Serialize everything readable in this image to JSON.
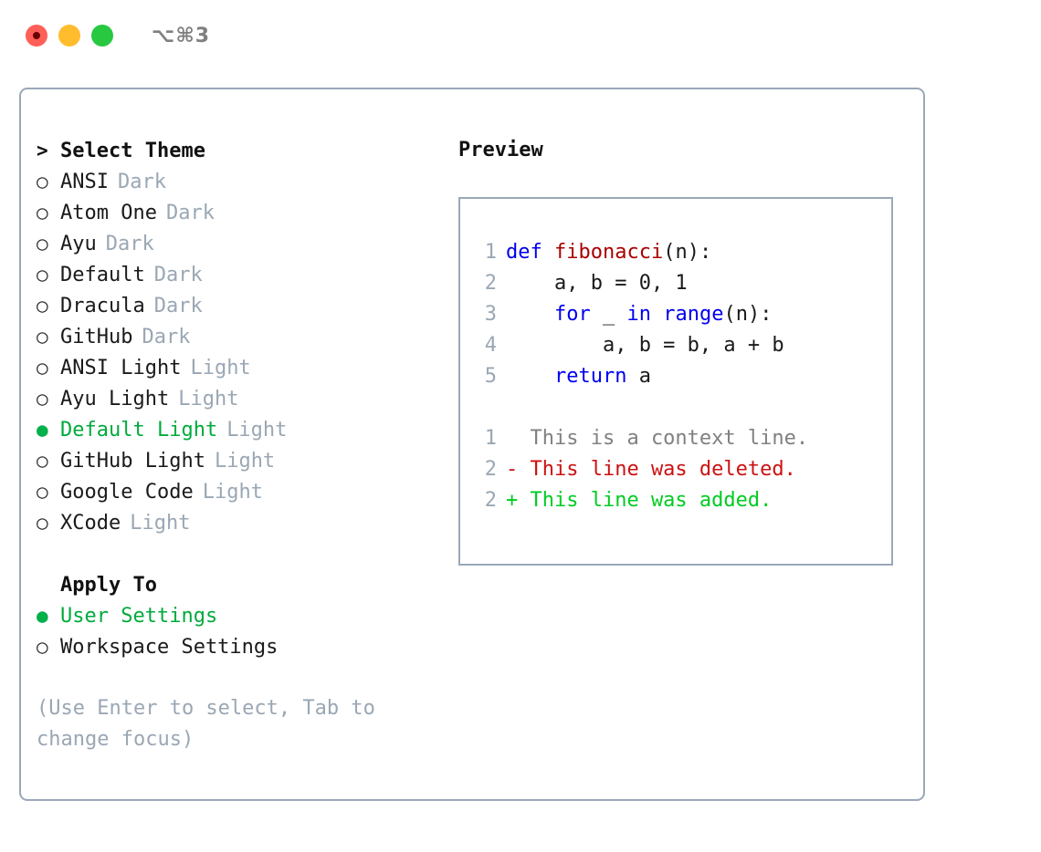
{
  "titlebar": {
    "lights": [
      {
        "name": "close-button",
        "color": "#ff5f57"
      },
      {
        "name": "minimize-button",
        "color": "#ffbd2e"
      },
      {
        "name": "maximize-button",
        "color": "#28c840"
      }
    ],
    "shortcut": "⌥⌘3"
  },
  "theme_selector": {
    "prompt_marker": ">",
    "heading": "Select Theme",
    "marker_unselected": "○",
    "marker_selected": "●",
    "selected_color": "#00aa3c",
    "badge_color": "#9aa7b4",
    "items": [
      {
        "label": "ANSI",
        "badge": "Dark",
        "selected": false
      },
      {
        "label": "Atom One",
        "badge": "Dark",
        "selected": false
      },
      {
        "label": "Ayu",
        "badge": "Dark",
        "selected": false
      },
      {
        "label": "Default",
        "badge": "Dark",
        "selected": false
      },
      {
        "label": "Dracula",
        "badge": "Dark",
        "selected": false
      },
      {
        "label": "GitHub",
        "badge": "Dark",
        "selected": false
      },
      {
        "label": "ANSI Light",
        "badge": "Light",
        "selected": false
      },
      {
        "label": "Ayu Light",
        "badge": "Light",
        "selected": false
      },
      {
        "label": "Default Light",
        "badge": "Light",
        "selected": true
      },
      {
        "label": "GitHub Light",
        "badge": "Light",
        "selected": false
      },
      {
        "label": "Google Code",
        "badge": "Light",
        "selected": false
      },
      {
        "label": "XCode",
        "badge": "Light",
        "selected": false
      }
    ]
  },
  "apply_to": {
    "heading": "Apply To",
    "items": [
      {
        "label": "User Settings",
        "selected": true
      },
      {
        "label": "Workspace Settings",
        "selected": false
      }
    ]
  },
  "hint": "(Use Enter to select, Tab to change focus)",
  "preview": {
    "title": "Preview",
    "code_lines": [
      {
        "number": "1",
        "segments": [
          {
            "text": "def ",
            "kind": "kw"
          },
          {
            "text": "fibonacci",
            "kind": "fn"
          },
          {
            "text": "(n):",
            "kind": "txt"
          }
        ]
      },
      {
        "number": "2",
        "segments": [
          {
            "text": "    a, b = 0, 1",
            "kind": "txt"
          }
        ]
      },
      {
        "number": "3",
        "segments": [
          {
            "text": "    ",
            "kind": "txt"
          },
          {
            "text": "for",
            "kind": "kw"
          },
          {
            "text": " _ ",
            "kind": "txt"
          },
          {
            "text": "in",
            "kind": "kw"
          },
          {
            "text": " ",
            "kind": "txt"
          },
          {
            "text": "range",
            "kind": "kw"
          },
          {
            "text": "(n):",
            "kind": "txt"
          }
        ]
      },
      {
        "number": "4",
        "segments": [
          {
            "text": "        a, b = b, a + b",
            "kind": "txt"
          }
        ]
      },
      {
        "number": "5",
        "segments": [
          {
            "text": "    ",
            "kind": "txt"
          },
          {
            "text": "return",
            "kind": "kw"
          },
          {
            "text": " a",
            "kind": "txt"
          }
        ]
      }
    ],
    "diff_lines": [
      {
        "number": "1",
        "segments": [
          {
            "text": "  This is a context line.",
            "kind": "ctx"
          }
        ]
      },
      {
        "number": "2",
        "segments": [
          {
            "text": "- This line was deleted.",
            "kind": "del"
          }
        ]
      },
      {
        "number": "2",
        "segments": [
          {
            "text": "+ This line was added.",
            "kind": "add"
          }
        ]
      }
    ]
  },
  "colors": {
    "panel_border": "#9aa8b8",
    "keyword": "#0000ee",
    "function": "#aa0000",
    "context": "#808080",
    "deleted": "#cc1111",
    "added": "#00cc22",
    "muted": "#9aa7b4"
  }
}
